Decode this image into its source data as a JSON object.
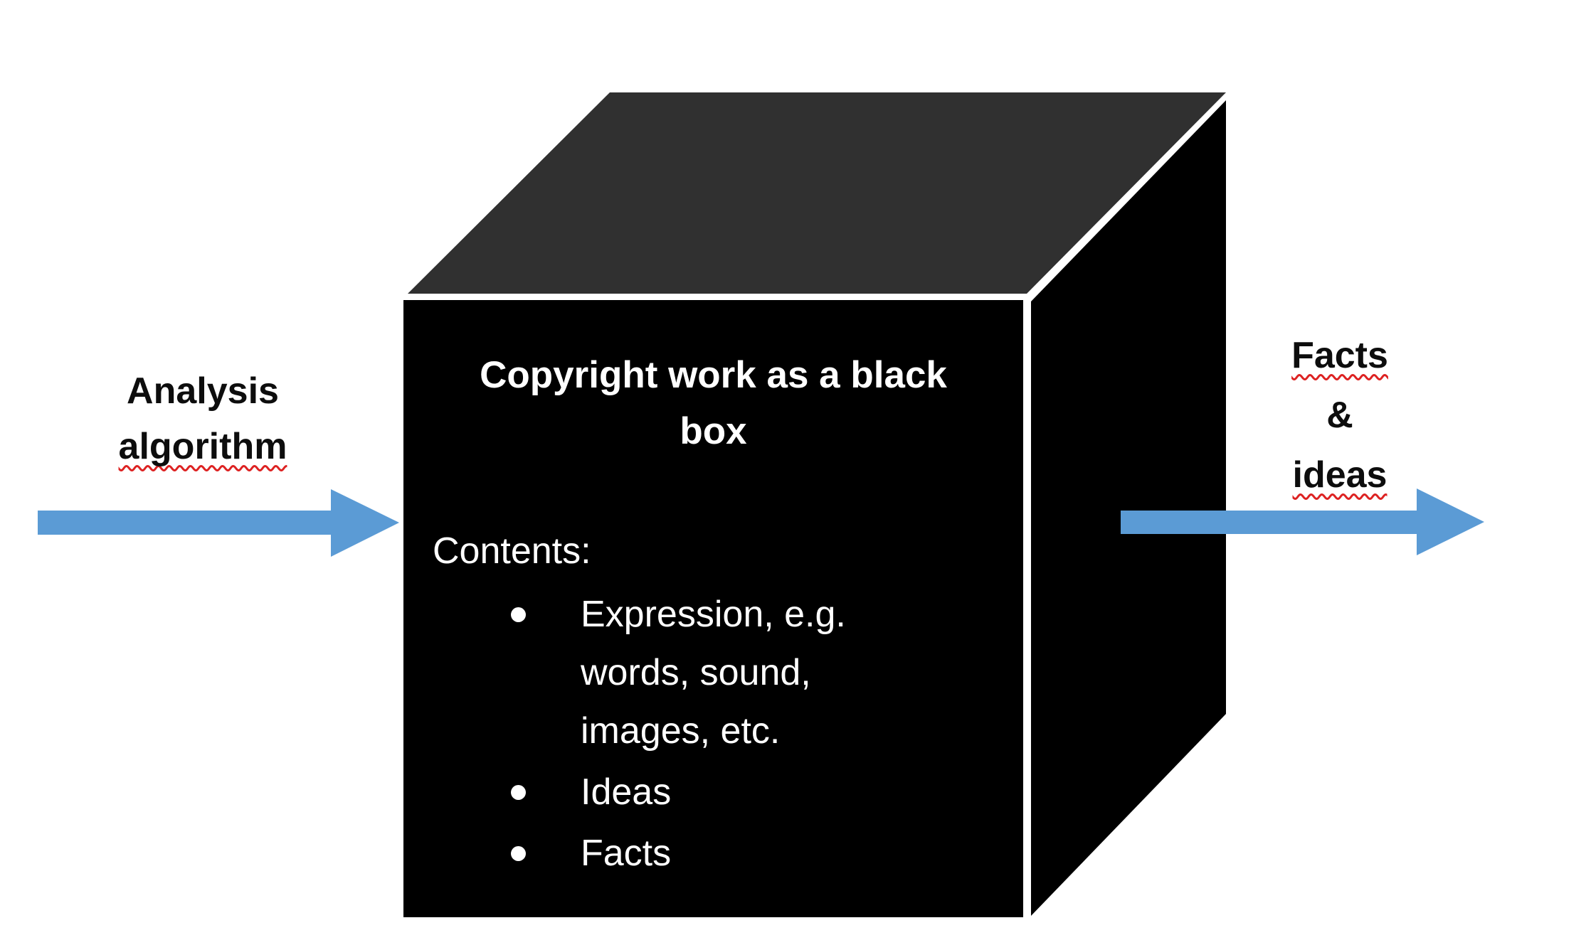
{
  "diagram": {
    "left_label": {
      "line1": "Analysis",
      "line2": "algorithm"
    },
    "box": {
      "title": "Copyright work as a black box",
      "contents_label": "Contents:",
      "bullets": [
        "Expression, e.g. words, sound, images, etc.",
        "Ideas",
        "Facts"
      ]
    },
    "right_label": {
      "line1": "Facts",
      "line2": "&",
      "line3": "ideas"
    },
    "colors": {
      "arrow_blue": "#5B9BD5",
      "box_front_face": "#000000",
      "box_right_face": "#000000",
      "box_top_face": "#303030",
      "edge_highlight": "#FFFFFF",
      "box_text": "#FFFFFF",
      "label_text": "#0D0D0D",
      "spellcheck_underline_red": "#DD2222",
      "background": "#FFFFFF"
    }
  }
}
